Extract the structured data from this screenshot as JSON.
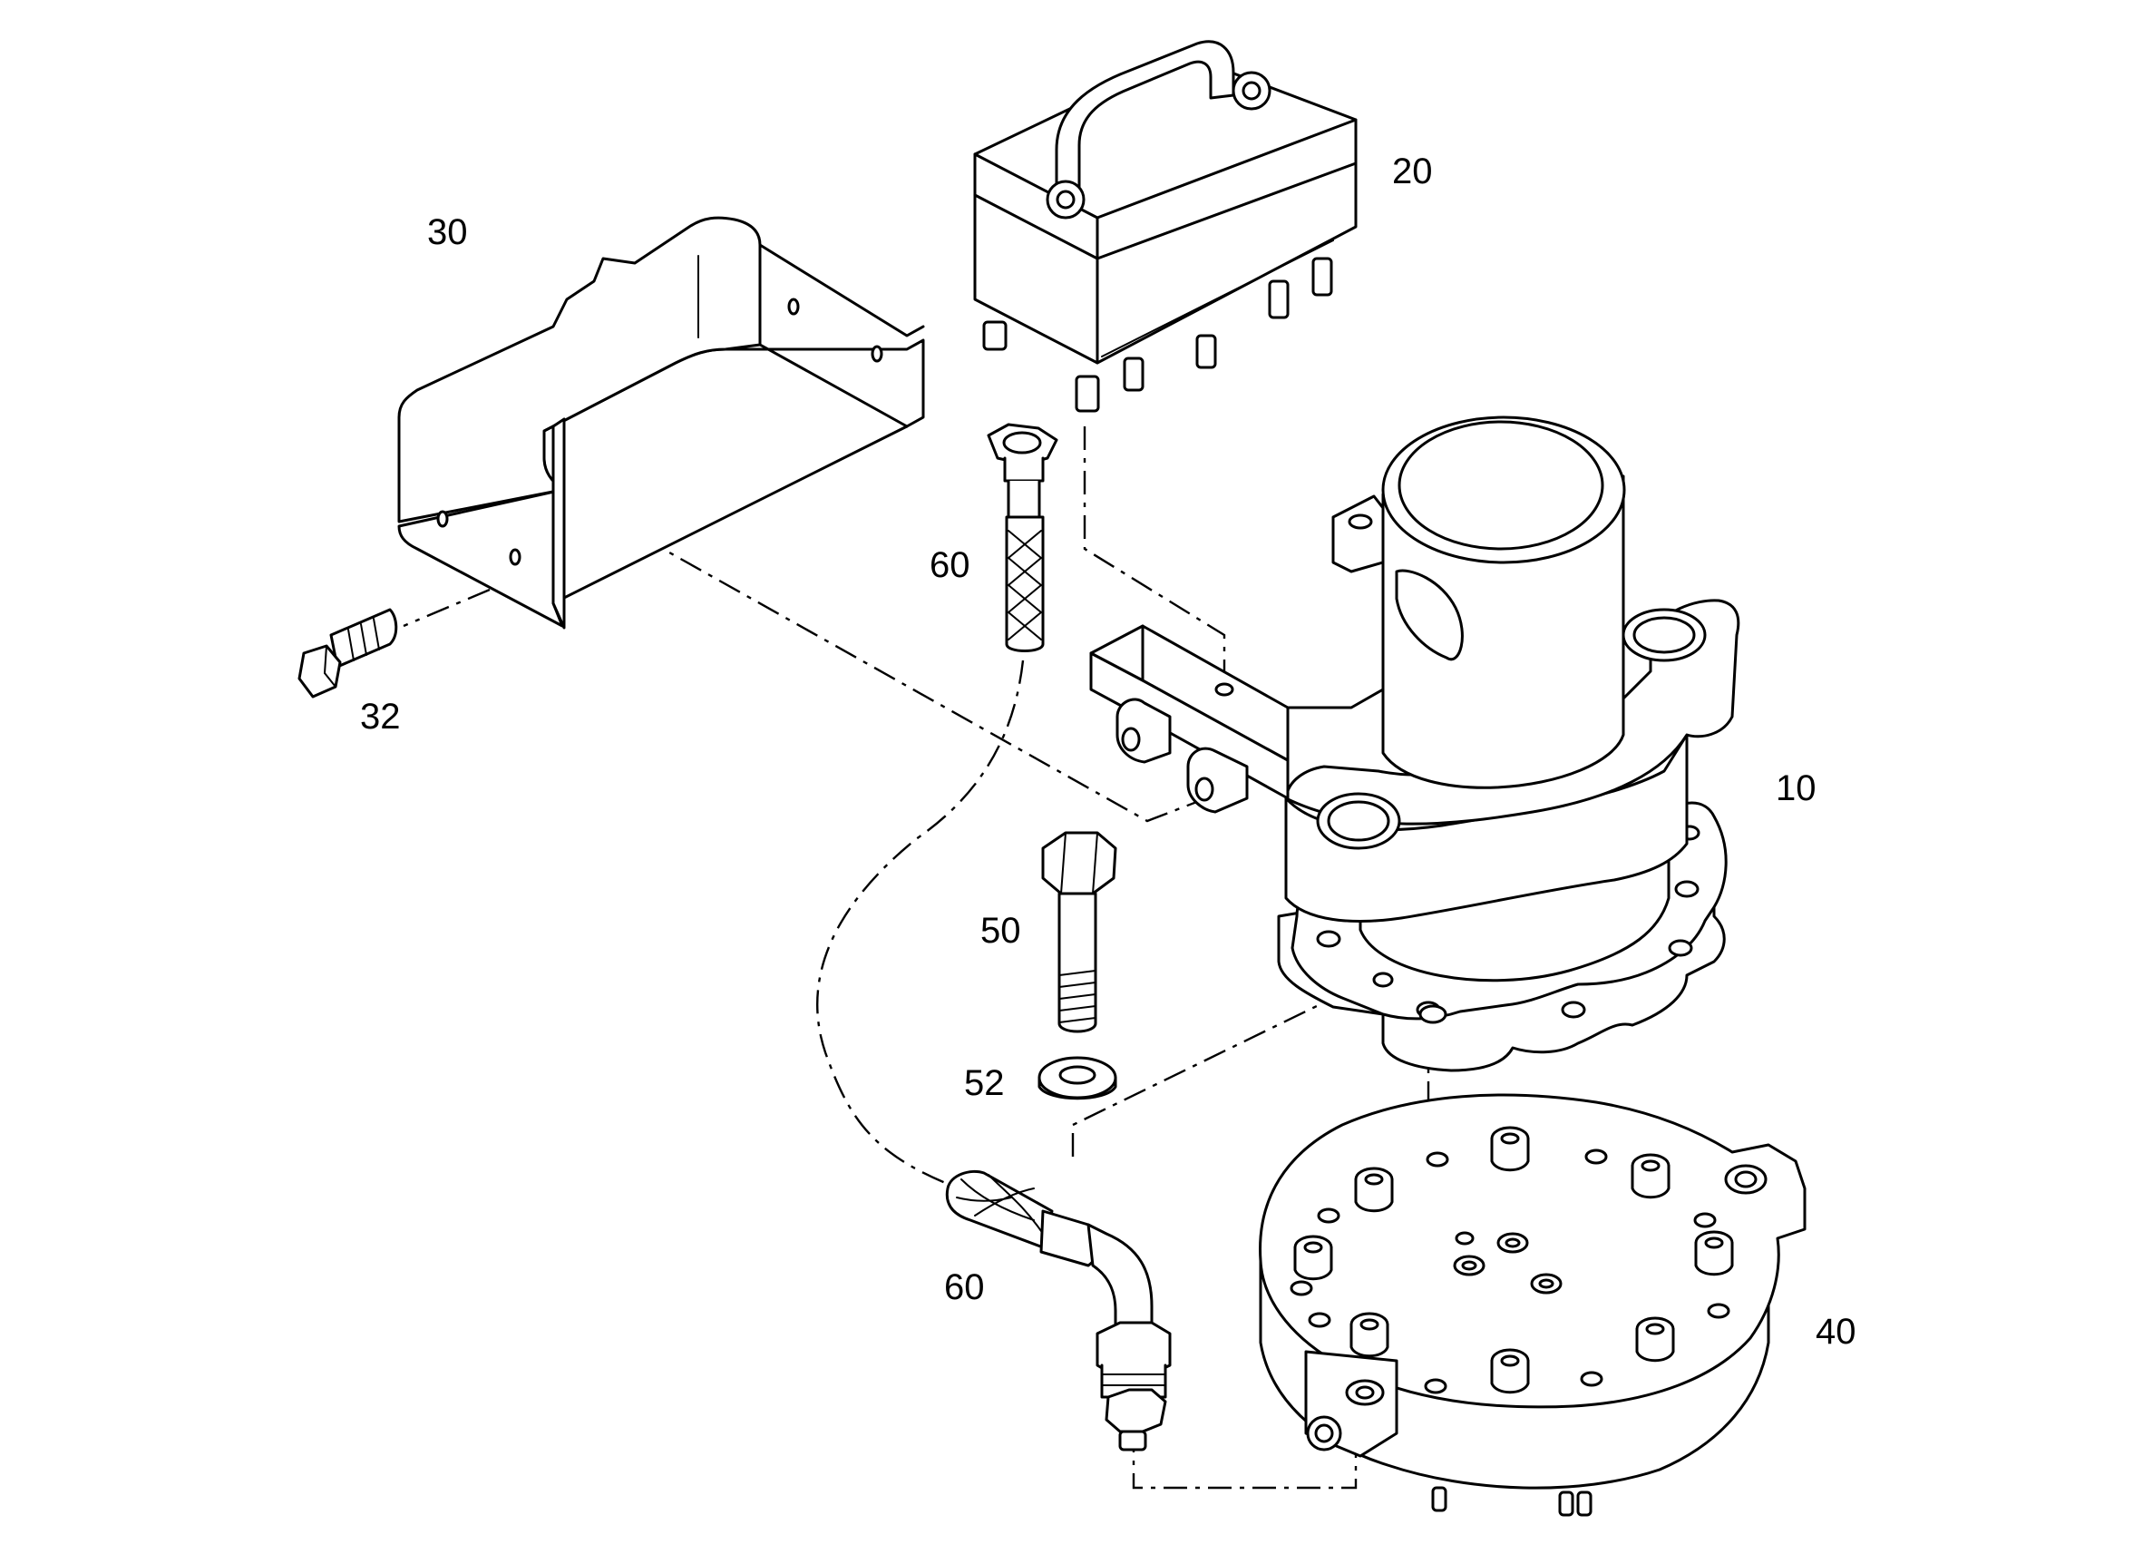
{
  "diagram": {
    "callouts": [
      "10",
      "20",
      "30",
      "32",
      "40",
      "50",
      "52",
      "60",
      "60"
    ]
  }
}
